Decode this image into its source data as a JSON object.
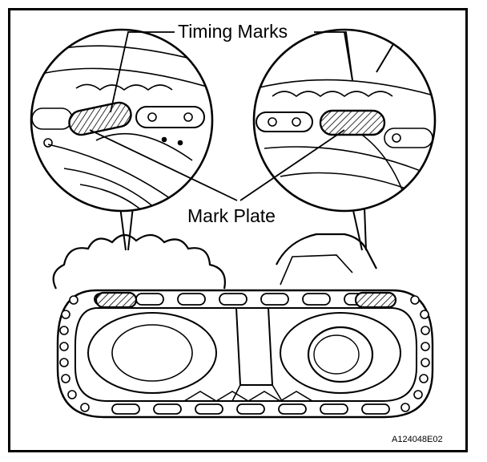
{
  "labels": {
    "timing_marks": "Timing Marks",
    "mark_plate": "Mark Plate",
    "figure_code": "A124048E02"
  },
  "colors": {
    "ink": "#000000",
    "paper": "#ffffff"
  }
}
